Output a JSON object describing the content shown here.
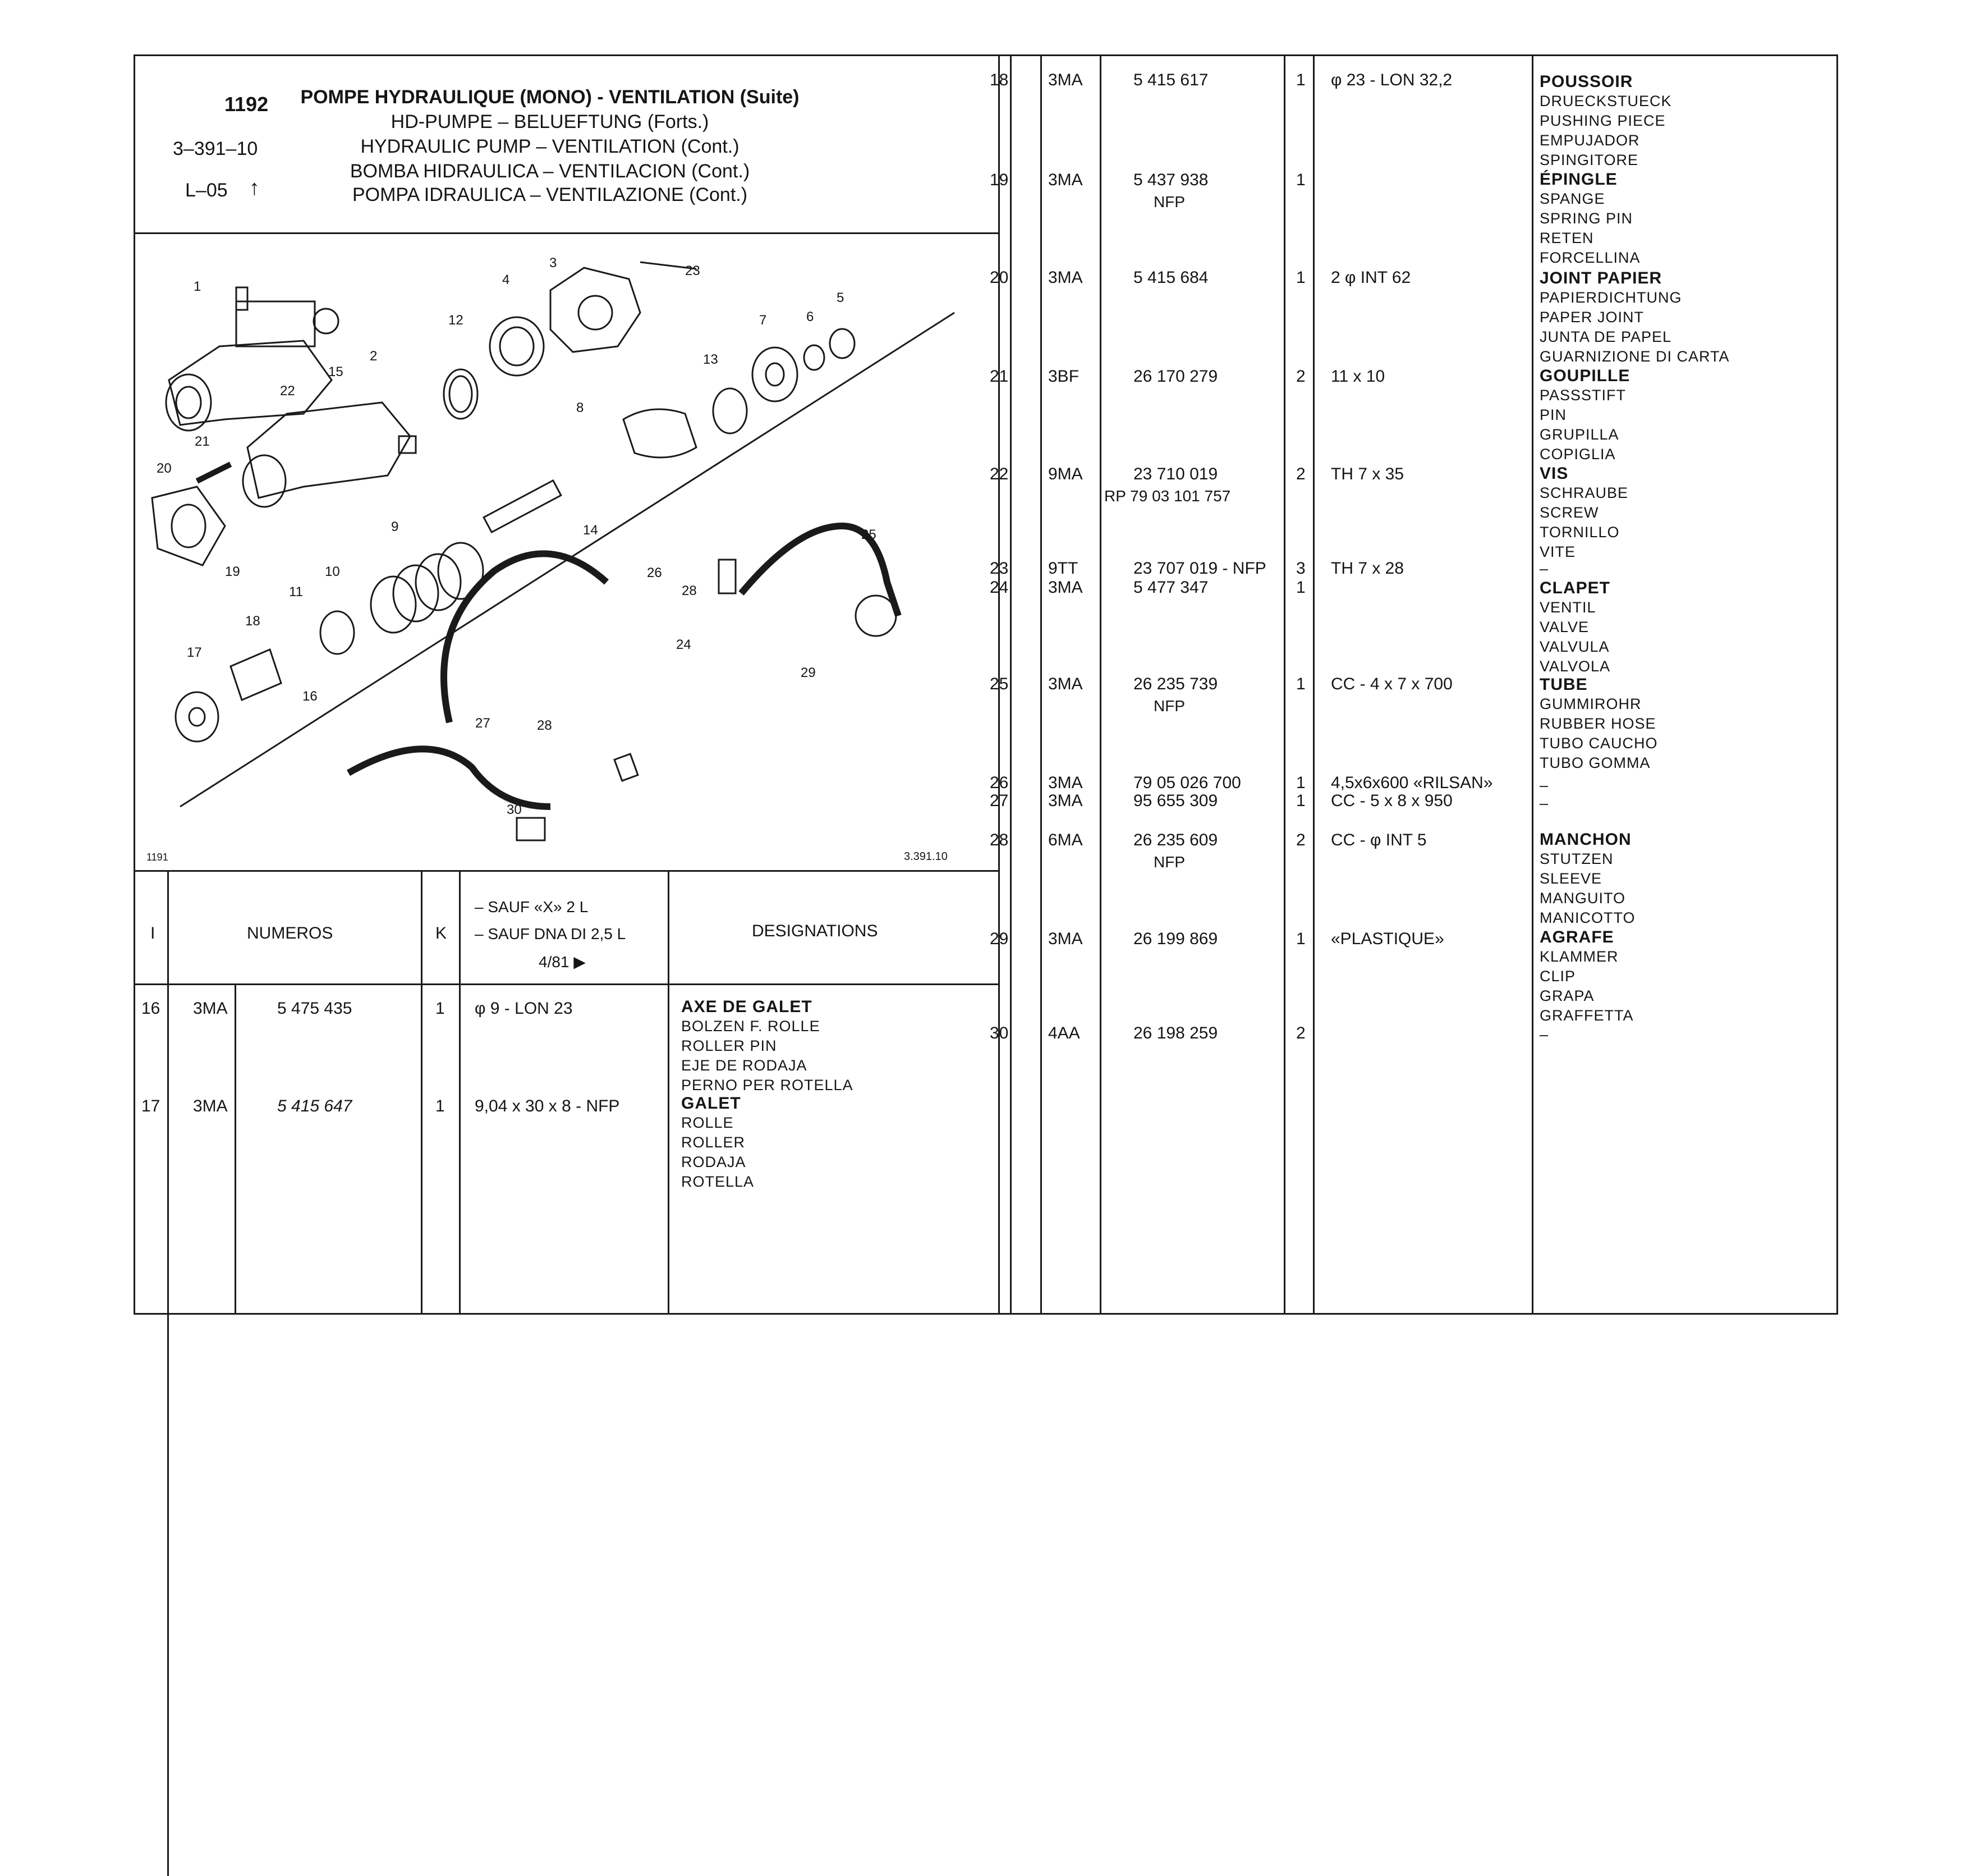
{
  "header": {
    "ref": "1192",
    "code": "3–391–10",
    "variant": "L–05",
    "arrow": "↑",
    "titles": [
      "POMPE HYDRAULIQUE (MONO) - VENTILATION (Suite)",
      "HD-PUMPE – BELUEFTUNG (Forts.)",
      "HYDRAULIC PUMP – VENTILATION (Cont.)",
      "BOMBA HIDRAULICA – VENTILACION (Cont.)",
      "POMPA IDRAULICA – VENTILAZIONE (Cont.)"
    ]
  },
  "diagram": {
    "left_code": "1191",
    "right_code": "3.391.10",
    "callouts": [
      "1",
      "2",
      "3",
      "4",
      "5",
      "6",
      "7",
      "8",
      "9",
      "10",
      "11",
      "12",
      "13",
      "14",
      "15",
      "16",
      "17",
      "18",
      "19",
      "20",
      "21",
      "22",
      "23",
      "24",
      "25",
      "26",
      "27",
      "28",
      "28",
      "29",
      "30"
    ]
  },
  "table_header": {
    "index": "I",
    "numeros": "NUMEROS",
    "k": "K",
    "conditions": [
      "– SAUF «X» 2 L",
      "– SAUF DNA DI 2,5 L",
      "4/81 ▶"
    ],
    "designations": "DESIGNATIONS"
  },
  "left_rows": [
    {
      "idx": "16",
      "code": "3MA",
      "number": "5 475 435",
      "qty": "1",
      "spec": "φ 9 - LON 23",
      "des": [
        "AXE DE GALET",
        "BOLZEN F. ROLLE",
        "ROLLER PIN",
        "EJE DE RODAJA",
        "PERNO PER ROTELLA"
      ]
    },
    {
      "idx": "17",
      "code": "3MA",
      "number": "5 415 647",
      "qty": "1",
      "spec": "9,04 x 30 x 8 - NFP",
      "des": [
        "GALET",
        "ROLLE",
        "ROLLER",
        "RODAJA",
        "ROTELLA"
      ]
    }
  ],
  "right_rows": [
    {
      "idx": "18",
      "code": "3MA",
      "number": "5 415 617",
      "sub": "",
      "qty": "1",
      "spec": "φ 23 - LON 32,2",
      "des": [
        "POUSSOIR",
        "DRUECKSTUECK",
        "PUSHING PIECE",
        "EMPUJADOR",
        "SPINGITORE"
      ]
    },
    {
      "idx": "19",
      "code": "3MA",
      "number": "5 437 938",
      "sub": "NFP",
      "qty": "1",
      "spec": "",
      "des": [
        "ÉPINGLE",
        "SPANGE",
        "SPRING PIN",
        "RETEN",
        "FORCELLINA"
      ]
    },
    {
      "idx": "20",
      "code": "3MA",
      "number": "5 415 684",
      "sub": "",
      "qty": "1",
      "spec": "2 φ INT 62",
      "des": [
        "JOINT PAPIER",
        "PAPIERDICHTUNG",
        "PAPER JOINT",
        "JUNTA DE PAPEL",
        "GUARNIZIONE DI CARTA"
      ]
    },
    {
      "idx": "21",
      "code": "3BF",
      "number": "26 170 279",
      "sub": "",
      "qty": "2",
      "spec": "11 x 10",
      "des": [
        "GOUPILLE",
        "PASSSTIFT",
        "PIN",
        "GRUPILLA",
        "COPIGLIA"
      ]
    },
    {
      "idx": "22",
      "code": "9MA",
      "number": "23 710 019",
      "sub": "RP 79 03 101 757",
      "qty": "2",
      "spec": "TH 7 x 35",
      "des": [
        "VIS",
        "SCHRAUBE",
        "SCREW",
        "TORNILLO",
        "VITE"
      ]
    },
    {
      "idx": "23",
      "code": "9TT",
      "number": "23 707 019 - NFP",
      "sub": "",
      "qty": "3",
      "spec": "TH 7 x 28",
      "des": [
        "–"
      ]
    },
    {
      "idx": "24",
      "code": "3MA",
      "number": "5 477 347",
      "sub": "",
      "qty": "1",
      "spec": "",
      "des": [
        "CLAPET",
        "VENTIL",
        "VALVE",
        "VALVULA",
        "VALVOLA"
      ]
    },
    {
      "idx": "25",
      "code": "3MA",
      "number": "26 235 739",
      "sub": "NFP",
      "qty": "1",
      "spec": "CC - 4 x 7 x 700",
      "des": [
        "TUBE",
        "GUMMIROHR",
        "RUBBER HOSE",
        "TUBO CAUCHO",
        "TUBO GOMMA"
      ]
    },
    {
      "idx": "26",
      "code": "3MA",
      "number": "79 05 026 700",
      "sub": "",
      "qty": "1",
      "spec": "4,5x6x600 «RILSAN»",
      "des": [
        "–"
      ]
    },
    {
      "idx": "27",
      "code": "3MA",
      "number": "95 655 309",
      "sub": "",
      "qty": "1",
      "spec": "CC - 5 x 8 x 950",
      "des": [
        "–"
      ]
    },
    {
      "idx": "28",
      "code": "6MA",
      "number": "26 235 609",
      "sub": "NFP",
      "qty": "2",
      "spec": "CC - φ INT 5",
      "des": [
        "MANCHON",
        "STUTZEN",
        "SLEEVE",
        "MANGUITO",
        "MANICOTTO"
      ]
    },
    {
      "idx": "29",
      "code": "3MA",
      "number": "26 199 869",
      "sub": "",
      "qty": "1",
      "spec": "«PLASTIQUE»",
      "des": [
        "AGRAFE",
        "KLAMMER",
        "CLIP",
        "GRAPA",
        "GRAFFETTA"
      ]
    },
    {
      "idx": "30",
      "code": "4AA",
      "number": "26 198 259",
      "sub": "",
      "qty": "2",
      "spec": "",
      "des": [
        "–"
      ]
    }
  ]
}
